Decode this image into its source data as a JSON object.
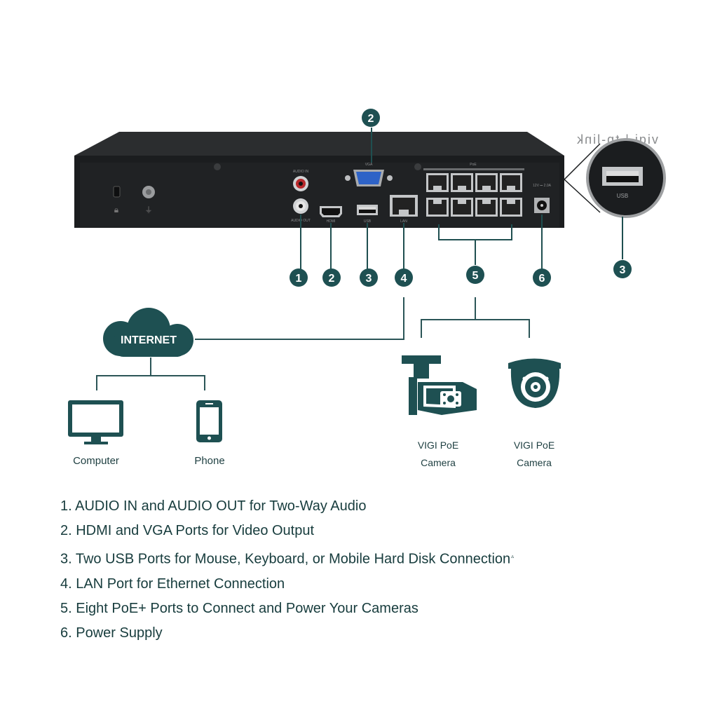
{
  "brand_logo_text": "vigi | tp-link",
  "device_labels": {
    "audio_in": "AUDIO IN",
    "audio_out": "AUDIO OUT",
    "vga": "VGA",
    "hdmi": "HDMI",
    "usb": "USB",
    "lan": "LAN",
    "poe": "PoE",
    "dc_in": "12V ⎓ 2.0A",
    "zoom_usb": "USB"
  },
  "callouts": {
    "audio": "1",
    "vga": "2",
    "hdmi": "2",
    "usb": "3",
    "lan": "4",
    "poe": "5",
    "power": "6",
    "zoom_usb": "3"
  },
  "network": {
    "cloud_label": "INTERNET",
    "computer_label": "Computer",
    "phone_label": "Phone",
    "camera_bullet": {
      "line1": "VIGI PoE",
      "line2": "Camera"
    },
    "camera_turret": {
      "line1": "VIGI PoE",
      "line2": "Camera"
    }
  },
  "features": [
    {
      "text": "1. AUDIO IN and AUDIO OUT for Two-Way Audio",
      "note": ""
    },
    {
      "text": "2. HDMI and VGA Ports for Video Output",
      "note": ""
    },
    {
      "text": "3. Two USB Ports for Mouse, Keyboard, or Mobile Hard Disk Connection",
      "note": "▵"
    },
    {
      "text": "4. LAN Port for Ethernet Connection",
      "note": ""
    },
    {
      "text": "5. Eight PoE+ Ports to Connect and Power Your Cameras",
      "note": ""
    },
    {
      "text": "6. Power Supply",
      "note": ""
    }
  ],
  "colors": {
    "teal": "#1e5052",
    "device": "#1d1f21",
    "device_top": "#303234",
    "line": "#2b5557"
  }
}
